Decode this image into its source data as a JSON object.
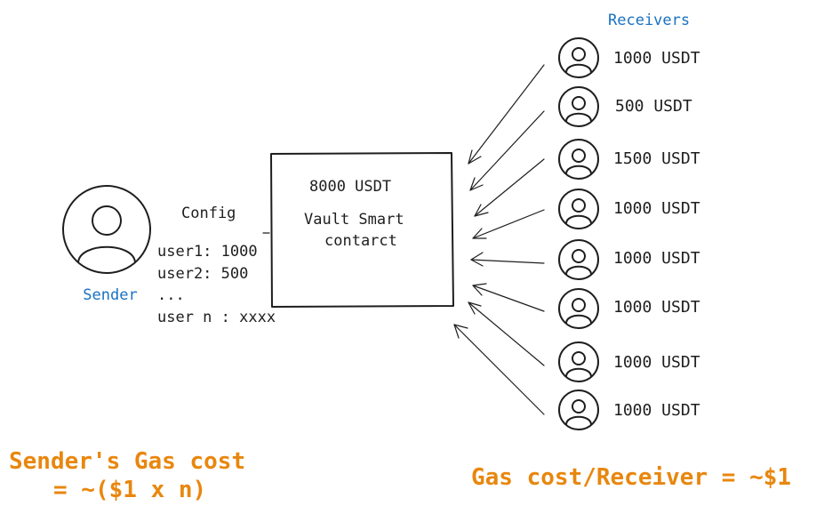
{
  "sender": {
    "label": "Sender",
    "icon": "user-icon"
  },
  "receivers_title": "Receivers",
  "config": {
    "title": "Config",
    "lines": [
      "user1: 1000",
      "user2: 500",
      "...",
      "user n : xxxx"
    ]
  },
  "vault": {
    "amount": "8000 USDT",
    "name_line1": "Vault Smart",
    "name_line2": "contarct"
  },
  "receivers": [
    {
      "amount": "1000 USDT",
      "icon": "user-icon"
    },
    {
      "amount": "500 USDT",
      "icon": "user-icon"
    },
    {
      "amount": "1500 USDT",
      "icon": "user-icon"
    },
    {
      "amount": "1000 USDT",
      "icon": "user-icon"
    },
    {
      "amount": "1000 USDT",
      "icon": "user-icon"
    },
    {
      "amount": "1000 USDT",
      "icon": "user-icon"
    },
    {
      "amount": "1000 USDT",
      "icon": "user-icon"
    },
    {
      "amount": "1000 USDT",
      "icon": "user-icon"
    }
  ],
  "costs": {
    "sender_line1": "Sender's Gas cost",
    "sender_line2": "= ~($1 x n)",
    "receiver": "Gas cost/Receiver = ~$1"
  },
  "colors": {
    "ink": "#1e1e1e",
    "label_blue": "#1971c2",
    "cost_orange": "#e8870e"
  }
}
